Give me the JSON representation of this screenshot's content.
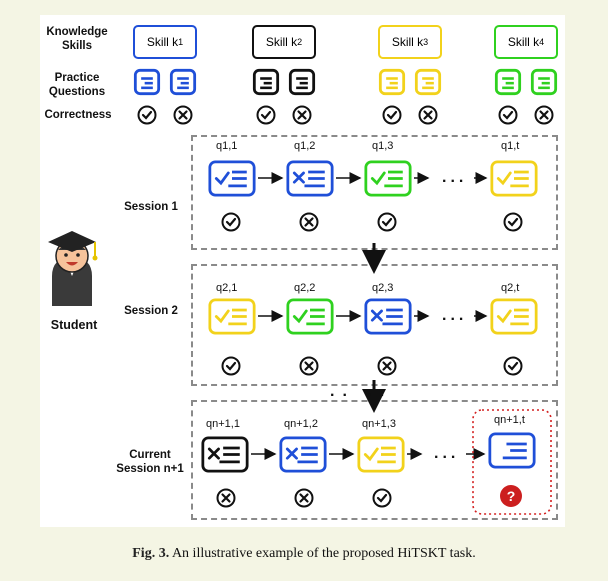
{
  "headers": {
    "knowledge_skills": "Knowledge Skills",
    "practice_questions": "Practice Questions",
    "correctness": "Correctness",
    "student": "Student"
  },
  "skills": [
    {
      "label": "Skill k",
      "sub": "1",
      "color": "#1f4fd8"
    },
    {
      "label": "Skill k",
      "sub": "2",
      "color": "#111111"
    },
    {
      "label": "Skill k",
      "sub": "3",
      "color": "#f2d21b"
    },
    {
      "label": "Skill k",
      "sub": "4",
      "color": "#2fd11f"
    }
  ],
  "sessions": [
    {
      "label": "Session 1",
      "questions": [
        "q1,1",
        "q1,2",
        "q1,3",
        "q1,t"
      ]
    },
    {
      "label": "Session 2",
      "questions": [
        "q2,1",
        "q2,2",
        "q2,3",
        "q2,t"
      ]
    },
    {
      "label": "Current Session n+1",
      "questions": [
        "qn+1,1",
        "qn+1,2",
        "qn+1,3",
        "qn+1,t"
      ]
    }
  ],
  "unknown_mark": "?",
  "caption": {
    "prefix": "Fig. 3.",
    "text": "An illustrative example of the proposed HiTSKT task."
  }
}
